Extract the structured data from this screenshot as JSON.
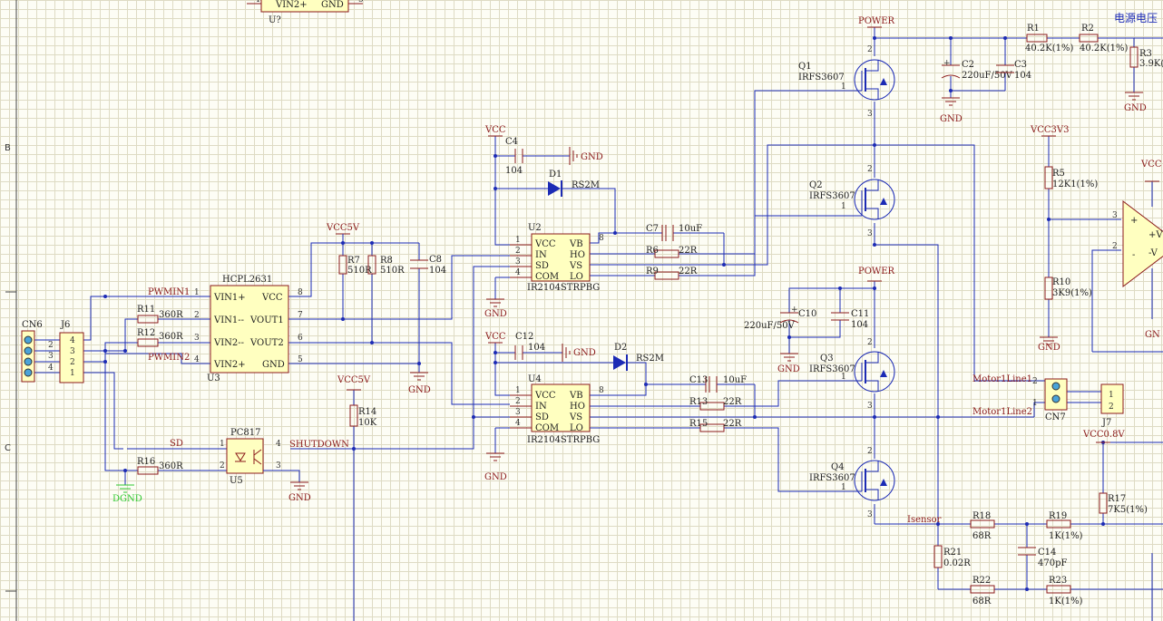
{
  "border": {
    "zone_b": "B",
    "zone_c": "C"
  },
  "top_partial": {
    "pins": [
      "VIN2+",
      "GND"
    ],
    "ref": "U?",
    "pin_left": "4",
    "pin_right": "5"
  },
  "title_partial": "电源电压",
  "power": {
    "power1": "POWER",
    "power2": "POWER",
    "vcc1": "VCC",
    "vcc2": "VCC",
    "vcc5v1": "VCC5V",
    "vcc5v2": "VCC5V",
    "vcc3v3": "VCC3V3",
    "vcc0_8v": "VCC0.8V",
    "vcc_partial": "VCC"
  },
  "gnd": {
    "label": "GND",
    "dgnd": "DGND"
  },
  "nets": {
    "pwmin1": "PWMIN1",
    "pwmin2": "PWMIN2",
    "sd": "SD",
    "shutdown": "SHUTDOWN",
    "motor1": "Motor1Line1",
    "motor2": "Motor1Line2",
    "isensor": "Isensor"
  },
  "u3": {
    "part": "HCPL2631",
    "ref": "U3",
    "left_pins": [
      "VIN1+",
      "VIN1--",
      "VIN2--",
      "VIN2+"
    ],
    "right_pins": [
      "VCC",
      "VOUT1",
      "VOUT2",
      "GND"
    ],
    "left_nums": [
      "1",
      "2",
      "3",
      "4"
    ],
    "right_nums": [
      "8",
      "7",
      "6",
      "5"
    ]
  },
  "u2": {
    "ref": "U2",
    "part": "IR2104STRPBG",
    "left_pins": [
      "VCC",
      "IN",
      "SD",
      "COM"
    ],
    "right_pins": [
      "VB",
      "HO",
      "VS",
      "LO"
    ],
    "left_nums": [
      "1",
      "2",
      "3",
      "4"
    ],
    "pin8": "8"
  },
  "u4": {
    "ref": "U4",
    "part": "IR2104STRPBG",
    "left_pins": [
      "VCC",
      "IN",
      "SD",
      "COM"
    ],
    "right_pins": [
      "VB",
      "HO",
      "VS",
      "LO"
    ],
    "left_nums": [
      "1",
      "2",
      "3",
      "4"
    ],
    "pin8": "8"
  },
  "u5": {
    "part": "PC817",
    "ref": "U5",
    "nums": [
      "1",
      "2",
      "3",
      "4"
    ]
  },
  "mosfets": [
    {
      "ref": "Q1",
      "part": "IRFS3607"
    },
    {
      "ref": "Q2",
      "part": "IRFS3607"
    },
    {
      "ref": "Q3",
      "part": "IRFS3607"
    },
    {
      "ref": "Q4",
      "part": "IRFS3607"
    }
  ],
  "mos_pins": {
    "gate": "1",
    "drain": "2",
    "source": "3"
  },
  "resistors": {
    "r1": [
      "R1",
      "40.2K(1%)"
    ],
    "r2": [
      "R2",
      "40.2K(1%)"
    ],
    "r3": [
      "R3",
      "3.9K("
    ],
    "r5": [
      "R5",
      "12K1(1%)"
    ],
    "r6": [
      "R6",
      "22R"
    ],
    "r7": [
      "R7",
      "510R"
    ],
    "r8": [
      "R8",
      "510R"
    ],
    "r9": [
      "R9",
      "22R"
    ],
    "r10": [
      "R10",
      "3K9(1%)"
    ],
    "r11": [
      "R11",
      "360R"
    ],
    "r12": [
      "R12",
      "360R"
    ],
    "r13": [
      "R13",
      "22R"
    ],
    "r14": [
      "R14",
      "10K"
    ],
    "r15": [
      "R15",
      "22R"
    ],
    "r16": [
      "R16",
      "360R"
    ],
    "r17": [
      "R17",
      "7K5(1%)"
    ],
    "r18": [
      "R18",
      "68R"
    ],
    "r19": [
      "R19",
      "1K(1%)"
    ],
    "r21": [
      "R21",
      "0.02R"
    ],
    "r22": [
      "R22",
      "68R"
    ],
    "r23": [
      "R23",
      "1K(1%)"
    ]
  },
  "capacitors": {
    "c2": [
      "C2",
      "220uF/50V"
    ],
    "c3": [
      "C3",
      "104"
    ],
    "c4": [
      "C4",
      "104"
    ],
    "c7": [
      "C7",
      "10uF"
    ],
    "c8": [
      "C8",
      "104"
    ],
    "c10": [
      "C10",
      "220uF/50V"
    ],
    "c11": [
      "C11",
      "104"
    ],
    "c12": [
      "C12",
      "104"
    ],
    "c13": [
      "C13",
      "10uF"
    ],
    "c14": [
      "C14",
      "470pF"
    ]
  },
  "diodes": {
    "d1": [
      "D1",
      "RS2M"
    ],
    "d2": [
      "D2",
      "RS2M"
    ]
  },
  "connectors": {
    "cn6": "CN6",
    "j6": "J6",
    "j6_pins": [
      "4",
      "3",
      "2",
      "1"
    ],
    "cn6_pins": [
      "1",
      "2",
      "3",
      "4"
    ],
    "cn7": "CN7",
    "cn7_pins": [
      "2",
      "1"
    ],
    "j7": "J7",
    "j7_pins": [
      "1",
      "2"
    ]
  },
  "opamp": {
    "plus": "+",
    "minus": "-",
    "vplus": "+V",
    "vminus": "-V",
    "in_plus_num": "3",
    "in_minus_num": "2",
    "partial": "GN"
  }
}
